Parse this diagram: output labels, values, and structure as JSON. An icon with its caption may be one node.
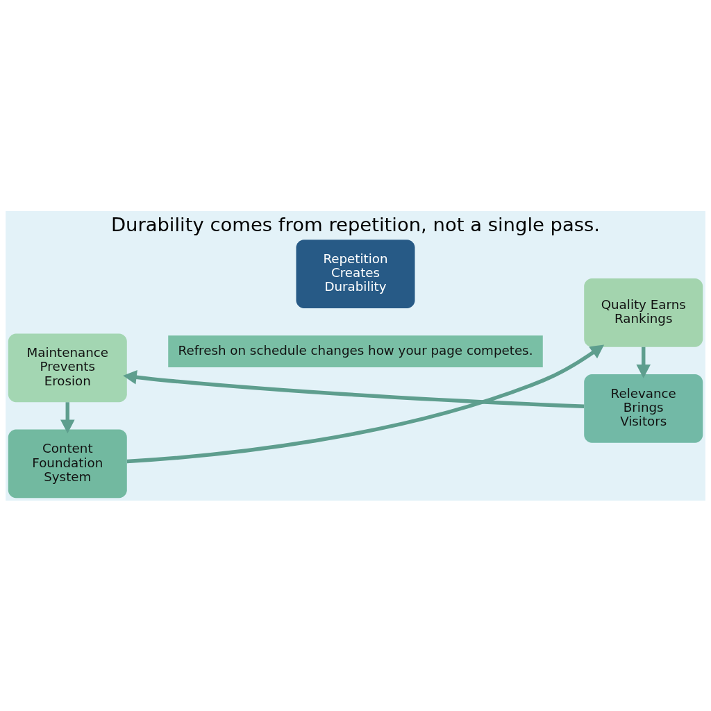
{
  "diagram": {
    "title": "Durability comes from repetition, not a single pass.",
    "nodes": [
      {
        "text": [
          "Content Foundation System"
        ]
      },
      {
        "text": [
          "Quality Earns Rankings"
        ]
      },
      {
        "text": [
          "Relevance Brings Visitors"
        ]
      },
      {
        "text": [
          "Maintenance Prevents Erosion"
        ]
      },
      {
        "text": [
          "Repetition Creates Durability"
        ]
      },
      {
        "text": [
          "Refresh on schedule changes how your page competes."
        ]
      }
    ],
    "edges": [
      {
        "from": 0,
        "to": 1,
        "arrow": "to"
      },
      {
        "from": 1,
        "to": 2,
        "arrow": "to"
      },
      {
        "from": 2,
        "to": 3,
        "arrow": "to"
      },
      {
        "from": 3,
        "to": 0,
        "arrow": "to"
      }
    ]
  }
}
